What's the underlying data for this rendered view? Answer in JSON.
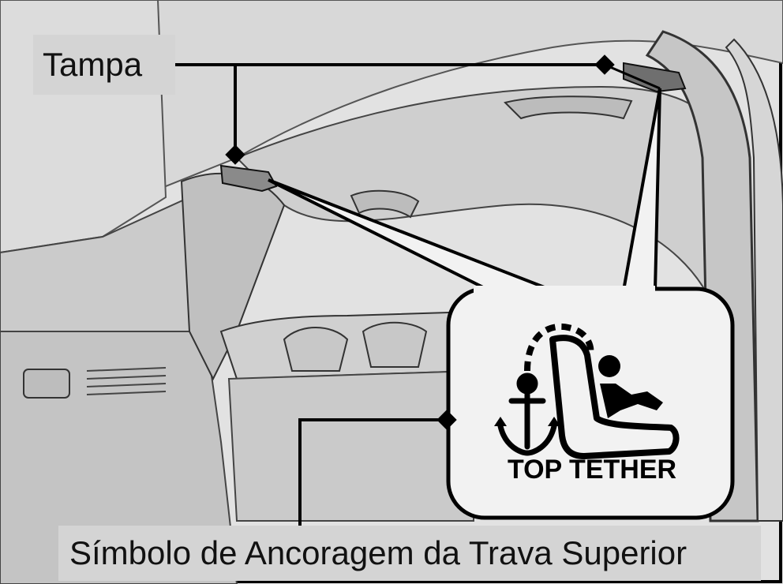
{
  "labels": {
    "cover": "Tampa",
    "symbol": "Símbolo de Ancoragem da Trava Superior"
  },
  "callout": {
    "text": "TOP TETHER",
    "icons": [
      "anchor-icon",
      "child-seat-icon"
    ]
  },
  "colors": {
    "line": "#000000",
    "label_background": "#d4d4d4",
    "callout_background": "#f2f2f2"
  }
}
